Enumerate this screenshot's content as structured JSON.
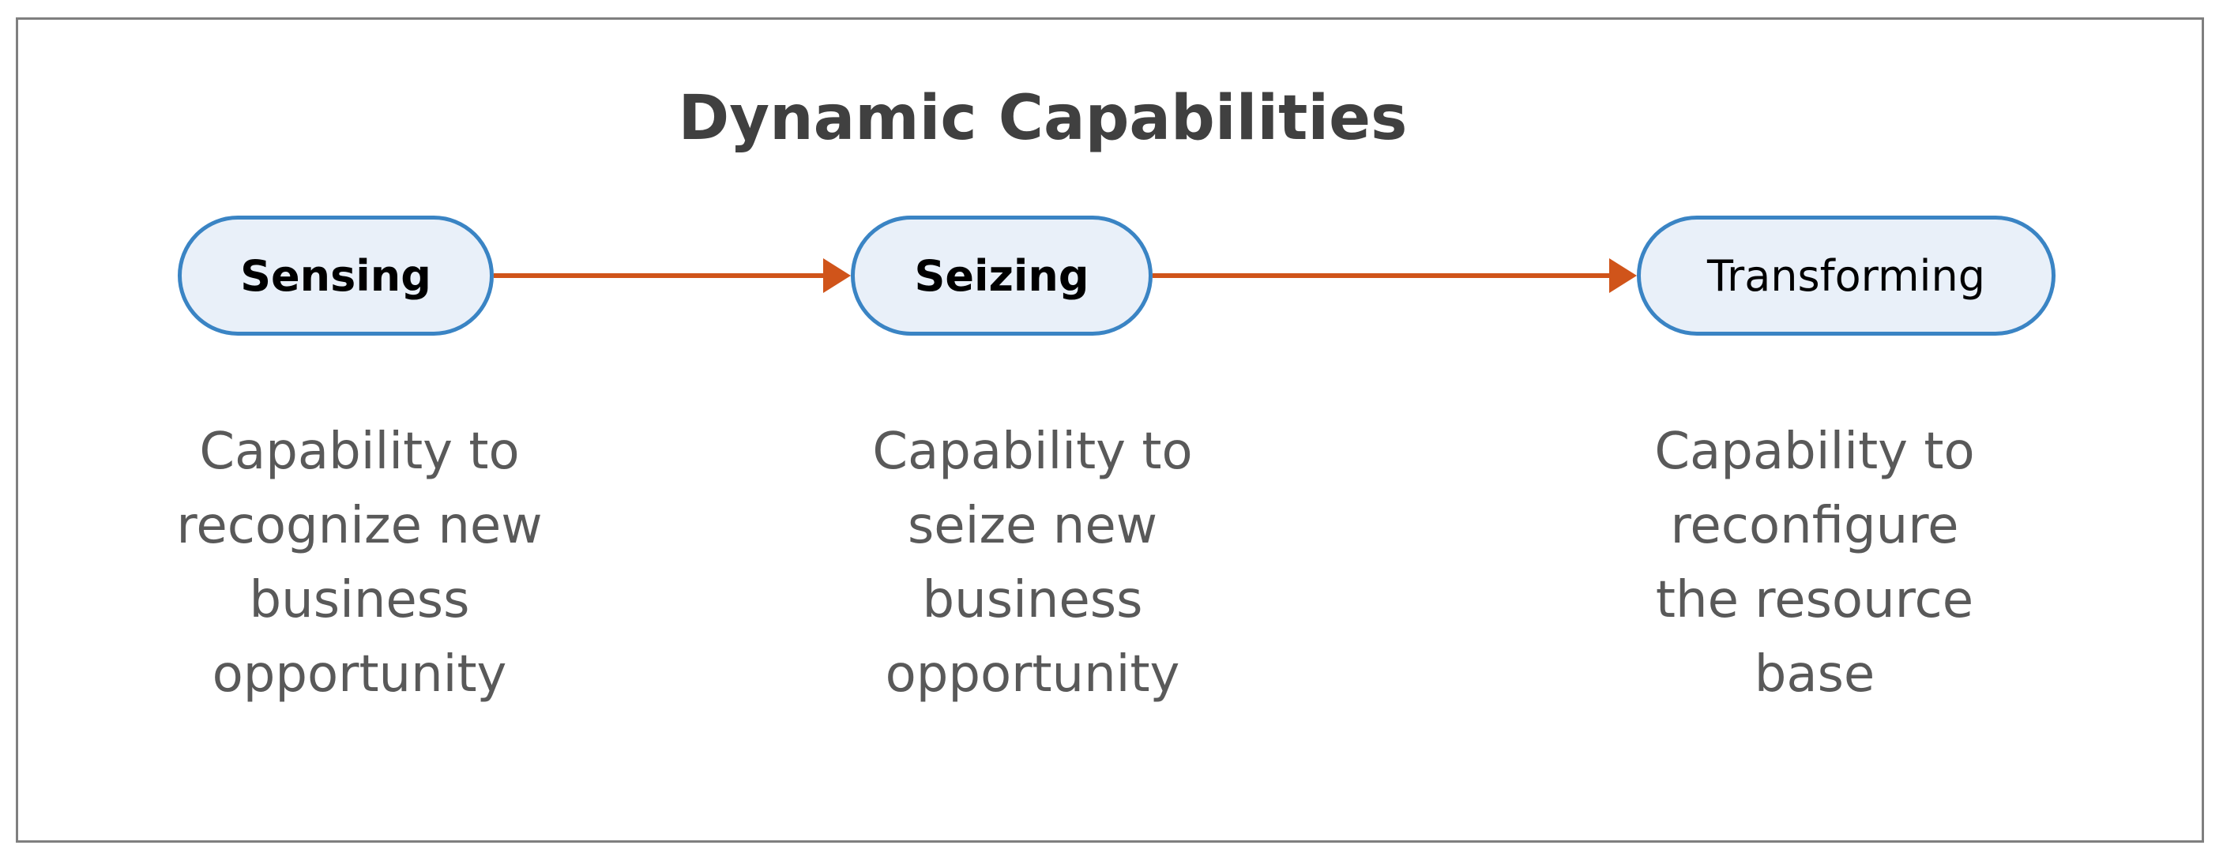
{
  "title": "Dynamic Capabilities",
  "colors": {
    "node_border": "#3a84c4",
    "node_fill": "#e9f0f9",
    "arrow": "#d0541a",
    "title_text": "#404040",
    "description_text": "#595959"
  },
  "stages": [
    {
      "label": "Sensing",
      "description": [
        "Capability to",
        "recognize new",
        "business",
        "opportunity"
      ]
    },
    {
      "label": "Seizing",
      "description": [
        "Capability to",
        "seize new",
        "business",
        "opportunity"
      ]
    },
    {
      "label": "Transforming",
      "description": [
        "Capability to",
        "reconfigure",
        "the resource",
        "base"
      ]
    }
  ]
}
